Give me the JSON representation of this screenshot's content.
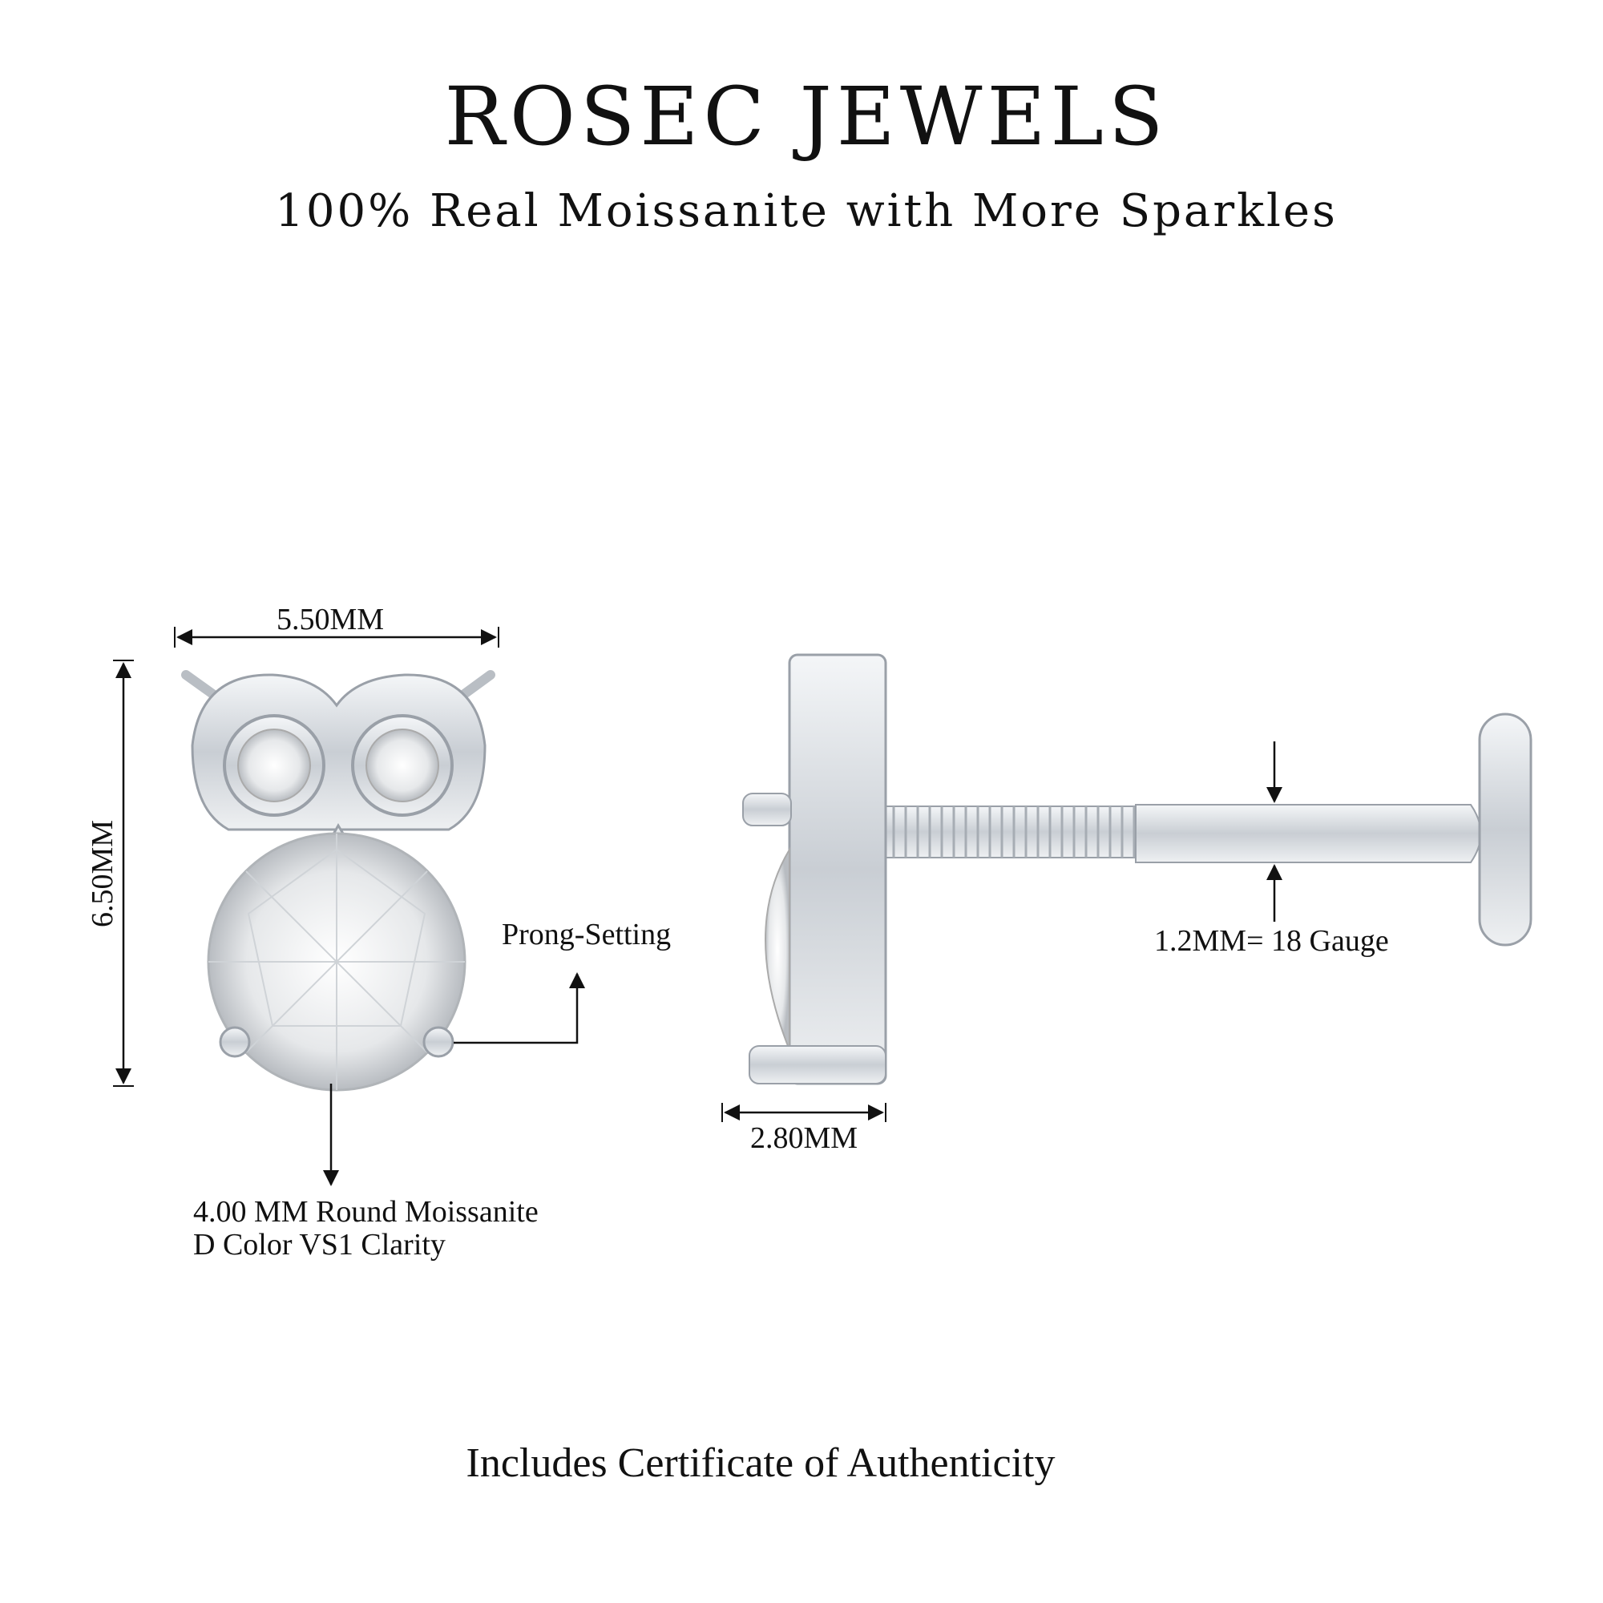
{
  "header": {
    "brand": "ROSEC JEWELS",
    "tagline": "100% Real Moissanite with More Sparkles"
  },
  "front_view": {
    "width_label": "5.50MM",
    "height_label": "6.50MM",
    "prong_label": "Prong-Setting",
    "stone_line1": "4.00 MM Round Moissanite",
    "stone_line2": "D Color VS1 Clarity"
  },
  "side_view": {
    "depth_label": "2.80MM",
    "gauge_label": "1.2MM= 18 Gauge"
  },
  "footer": {
    "certificate": "Includes Certificate of Authenticity"
  },
  "colors": {
    "metal": "#d9dde2",
    "metal_dark": "#9aa0a8",
    "text": "#111111"
  }
}
